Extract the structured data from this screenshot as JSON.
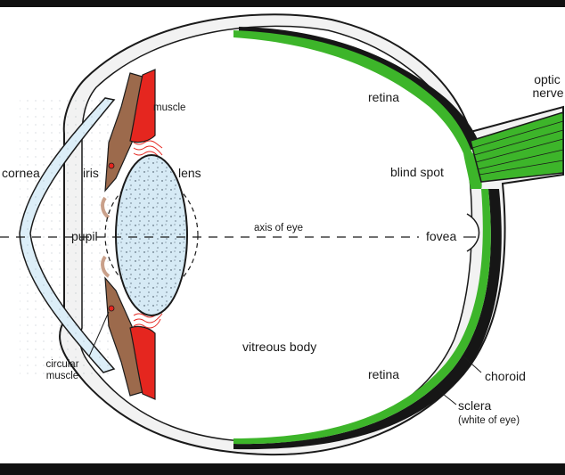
{
  "colors": {
    "frame": "#111111",
    "background": "#ffffff",
    "sclera": "#f2f2f2",
    "cornea": "#dceef8",
    "lens": "#d6eaf5",
    "iris": "#9c6a4c",
    "muscle": "#e5261f",
    "retina": "#3db52a",
    "choroid": "#161616",
    "outline": "#1a1a1a"
  },
  "labels": {
    "cornea": "cornea",
    "iris": "iris",
    "pupil": "pupil",
    "muscle": "muscle",
    "lens": "lens",
    "axis": "axis of eye",
    "retina_top": "retina",
    "retina_bottom": "retina",
    "blind_spot": "blind spot",
    "fovea": "fovea",
    "optic_nerve_1": "optic",
    "optic_nerve_2": "nerve",
    "vitreous_body": "vitreous body",
    "circular_muscle_1": "circular",
    "circular_muscle_2": "muscle",
    "choroid": "choroid",
    "sclera": "sclera",
    "sclera_note": "(white of eye)"
  }
}
